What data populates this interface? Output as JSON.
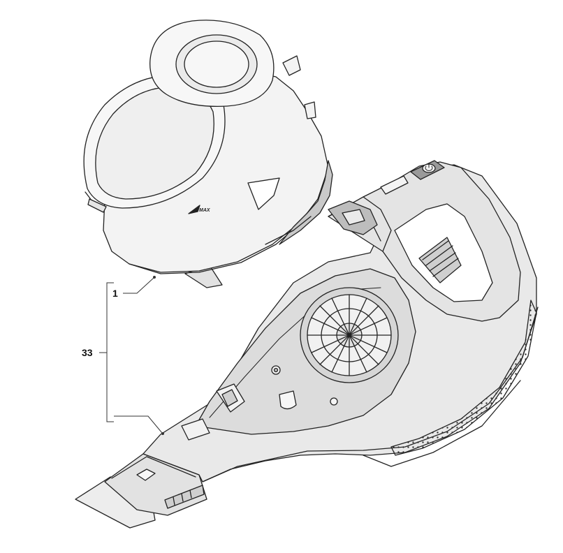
{
  "diagram": {
    "type": "exploded-parts-view",
    "callouts": {
      "dust_bin": "1",
      "handheld_body": "33"
    },
    "bin_brand_mark": "MAX",
    "colors": {
      "line": "#222222",
      "part_fill": "#e9e9e9",
      "part_fill_light": "#f7f7f7",
      "part_fill_dark": "#d2d2d2",
      "background": "#ffffff"
    }
  }
}
